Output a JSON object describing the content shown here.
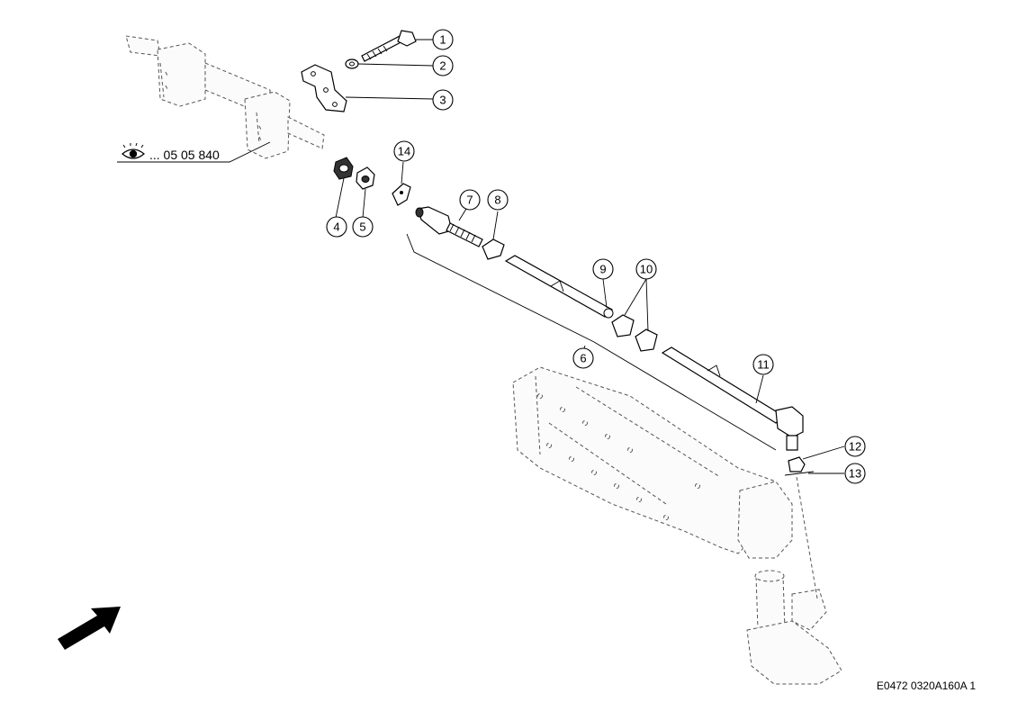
{
  "reference": {
    "icon": "eye-icon",
    "text": "... 05 05 840"
  },
  "drawing_code": "E0472 0320A160A 1",
  "callouts": [
    {
      "label": "1"
    },
    {
      "label": "2"
    },
    {
      "label": "3"
    },
    {
      "label": "4"
    },
    {
      "label": "5"
    },
    {
      "label": "6"
    },
    {
      "label": "7"
    },
    {
      "label": "8"
    },
    {
      "label": "9"
    },
    {
      "label": "10"
    },
    {
      "label": "11"
    },
    {
      "label": "12"
    },
    {
      "label": "13"
    },
    {
      "label": "14"
    }
  ],
  "direction_arrow": "arrow-icon",
  "colors": {
    "line": "#000000",
    "ghost": "#555555",
    "background": "#ffffff"
  }
}
